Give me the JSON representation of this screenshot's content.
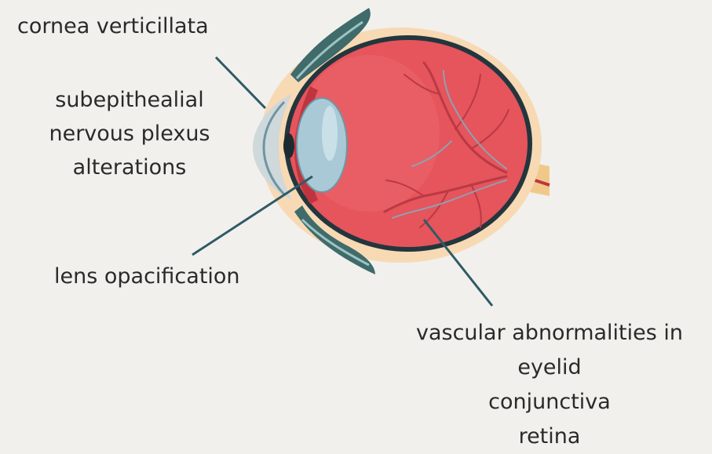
{
  "diagram": {
    "labels": {
      "cornea": "cornea verticillata",
      "subepithelial": [
        "subepithealial",
        "nervous plexus",
        "alterations"
      ],
      "lens": "lens opacification",
      "vascular": [
        "vascular abnormalities in",
        "eyelid",
        "conjunctiva",
        "retina"
      ]
    },
    "colors": {
      "background": "#f2f0ec",
      "sclera_outer": "#f7d9b4",
      "globe": "#e6545c",
      "lens": "#a9c9d6",
      "eyelid": "#3f6b6a",
      "vessels": "#b93a44",
      "nerve": "#f0c98a",
      "leader_line": "#2f5a66"
    }
  }
}
